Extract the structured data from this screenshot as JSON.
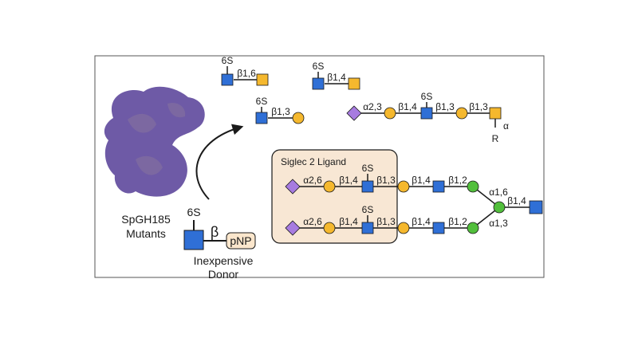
{
  "colors": {
    "glcnac": "#2f6fd6",
    "gal": "#f5b82e",
    "sia": "#a77be0",
    "man": "#52bf3c",
    "enzyme": "#6e5aa6",
    "siglec_bg": "#f8e7d4",
    "pnp_bg": "#fbe6cc",
    "line": "#1a1a1a"
  },
  "enzyme": {
    "name_line1": "SpGH185",
    "name_line2": "Mutants"
  },
  "donor": {
    "sulfate": "6S",
    "beta": "β",
    "leaving_group": "pNP",
    "caption_line1": "Inexpensive",
    "caption_line2": "Donor"
  },
  "products": {
    "p1": {
      "sulfate": "6S",
      "linkage": "β1,6"
    },
    "p2": {
      "sulfate": "6S",
      "linkage": "β1,4"
    },
    "p3": {
      "sulfate": "6S",
      "linkage": "β1,3"
    },
    "p4": {
      "sulfate": "6S",
      "linkages": [
        "α2,3",
        "β1,4",
        "β1,3",
        "β1,3"
      ],
      "alpha": "α",
      "r_group": "R"
    }
  },
  "siglec": {
    "title": "Siglec 2 Ligand",
    "top_branch": {
      "sulfate": "6S",
      "linkages": [
        "α2,6",
        "β1,4",
        "β1,3",
        "β1,4",
        "β1,2",
        "α1,6"
      ]
    },
    "bottom_branch": {
      "sulfate": "6S",
      "linkages": [
        "α2,6",
        "β1,4",
        "β1,3",
        "β1,4",
        "β1,2",
        "α1,3"
      ]
    },
    "core_linkage": "β1,4"
  }
}
